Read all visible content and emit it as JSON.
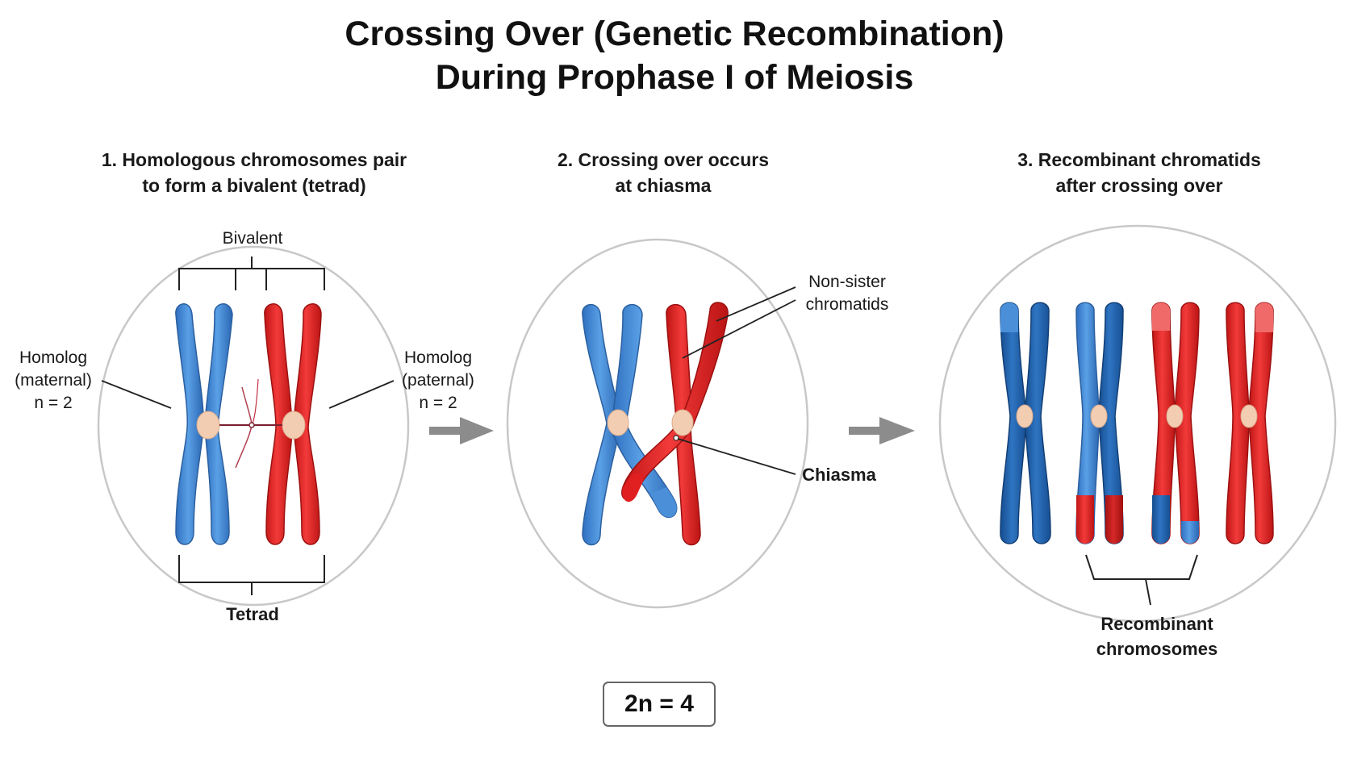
{
  "title": {
    "line1": "Crossing Over (Genetic Recombination)",
    "line2": "During Prophase I of Meiosis"
  },
  "steps": [
    {
      "heading_line1": "1. Homologous chromosomes pair",
      "heading_line2": "to form a bivalent (tetrad)",
      "labels": {
        "bivalent": "Bivalent",
        "tetrad": "Tetrad",
        "maternal_line1": "Homolog",
        "maternal_line2": "(maternal)",
        "maternal_line3": "n = 2",
        "paternal_line1": "Homolog",
        "paternal_line2": "(paternal)",
        "paternal_line3": "n = 2"
      }
    },
    {
      "heading_line1": "2. Crossing over occurs",
      "heading_line2": "at chiasma",
      "labels": {
        "nonsister_line1": "Non-sister",
        "nonsister_line2": "chromatids",
        "chiasma": "Chiasma"
      }
    },
    {
      "heading_line1": "3. Recombinant chromatids",
      "heading_line2": "after crossing over",
      "labels": {
        "recombinant_line1": "Recombinant",
        "recombinant_line2": "chromosomes"
      }
    }
  ],
  "ratio": "2n = 4",
  "colors": {
    "maternal_light": "#4a8fd8",
    "maternal_dark": "#1f5fa6",
    "paternal": "#e02020",
    "paternal_light": "#f06a6a",
    "centromere": "#f3cdb2",
    "arrow": "#8c8c8c",
    "circle": "#c8c8c8"
  },
  "icons": [
    "right-arrow-icon",
    "right-arrow-icon"
  ]
}
